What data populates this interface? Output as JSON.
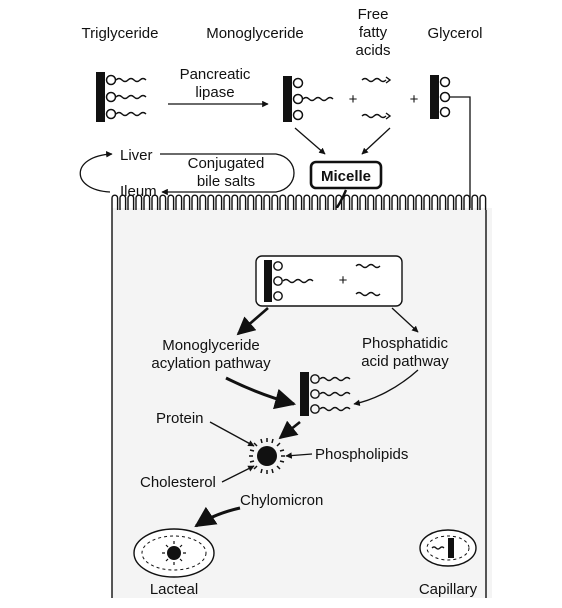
{
  "labels": {
    "triglyceride": "Triglyceride",
    "monoglyceride": "Monoglyceride",
    "free_fatty_acids": [
      "Free",
      "fatty",
      "acids"
    ],
    "glycerol": "Glycerol",
    "pancreatic_lipase": [
      "Pancreatic",
      "lipase"
    ],
    "liver": "Liver",
    "ileum": "Ileum",
    "conjugated_bile_salts": [
      "Conjugated",
      "bile salts"
    ],
    "micelle": "Micelle",
    "plus": "+",
    "monoglyceride_acylation_pathway": [
      "Monoglyceride",
      "acylation pathway"
    ],
    "phosphatidic_acid_pathway": [
      "Phosphatidic",
      "acid pathway"
    ],
    "protein": "Protein",
    "phospholipids": "Phospholipids",
    "cholesterol": "Cholesterol",
    "chylomicron": "Chylomicron",
    "lacteal": "Lacteal",
    "capillary": "Capillary"
  },
  "colors": {
    "ink": "#111111",
    "background": "#ffffff",
    "cell_shade": "#f4f4f4"
  }
}
